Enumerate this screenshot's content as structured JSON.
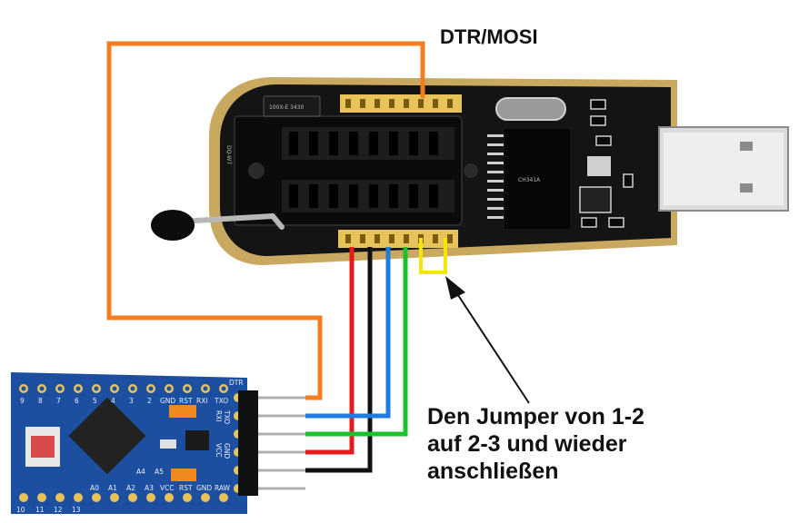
{
  "labels": {
    "dtr_mosi": "DTR/MOSI",
    "note_line1": "Den Jumper von 1-2",
    "note_line2": "auf 2-3 und wieder",
    "note_line3": "anschließen"
  },
  "programmer": {
    "silk_label": "DQ-W7",
    "chip_text": "CH341A",
    "jumper_header": "100X-E 3430"
  },
  "arduino": {
    "top_pins": [
      "9",
      "8",
      "7",
      "6",
      "5",
      "4",
      "3",
      "2",
      "GND",
      "RST",
      "RXI",
      "TXO"
    ],
    "top_right_label": "DTR",
    "side_pins": [
      "RXI",
      "TXO",
      "VCC",
      "GND"
    ],
    "bottom_pins": [
      "10",
      "11",
      "12",
      "13",
      "A0",
      "A1",
      "A2",
      "A3",
      "VCC",
      "RST",
      "GND",
      "RAW"
    ],
    "inner_labels": [
      "A4",
      "A5"
    ]
  },
  "colors": {
    "orange_wire": "#f47d20",
    "red_wire": "#e31b1b",
    "black_wire": "#111111",
    "blue_wire": "#1e7be0",
    "green_wire": "#1cc22e",
    "jumper_highlight": "#f5e600",
    "pcb_blue": "#1d4fa0",
    "programmer_black": "#141414",
    "gold": "#c9a860"
  }
}
